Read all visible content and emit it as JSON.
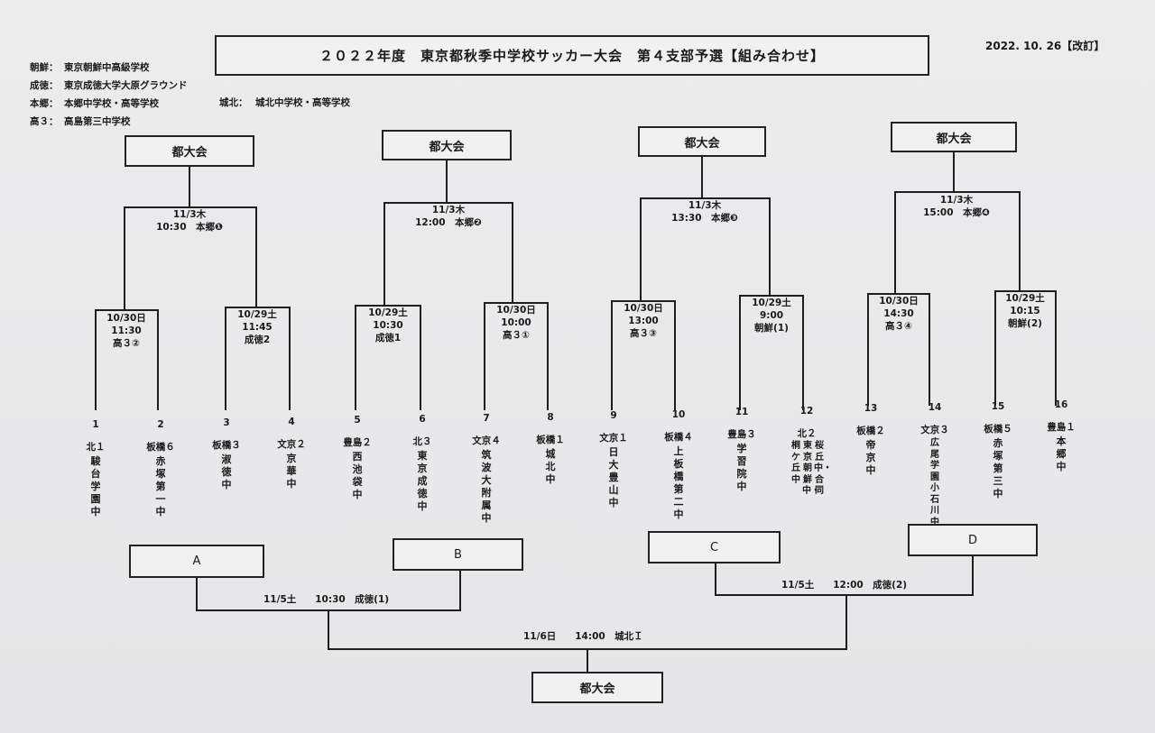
{
  "header": {
    "title": "２０２２年度　東京都秋季中学校サッカー大会　第４支部予選【組み合わせ】",
    "date": "2022. 10. 26【改訂】"
  },
  "venues": [
    {
      "abbr": "朝鮮：",
      "name": "東京朝鮮中高級学校"
    },
    {
      "abbr": "成徳：",
      "name": "東京成徳大学大原グラウンド"
    },
    {
      "abbr": "本郷：",
      "name": "本郷中学校・高等学校"
    },
    {
      "abbr": "高３：",
      "name": "高島第三中学校"
    },
    {
      "abbr": "城北：",
      "name": "城北中学校・高等学校"
    }
  ],
  "top_boxes": [
    "都大会",
    "都大会",
    "都大会",
    "都大会"
  ],
  "semis": [
    {
      "date": "11/3木",
      "detail": "10:30　本郷❶"
    },
    {
      "date": "11/3木",
      "detail": "12:00　本郷❷"
    },
    {
      "date": "11/3木",
      "detail": "13:30　本郷❸"
    },
    {
      "date": "11/3木",
      "detail": "15:00　本郷❹"
    }
  ],
  "firsts": [
    {
      "date": "10/30日",
      "time": "11:30",
      "venue": "高３②"
    },
    {
      "date": "10/29土",
      "time": "11:45",
      "venue": "成徳2"
    },
    {
      "date": "10/29土",
      "time": "10:30",
      "venue": "成徳1"
    },
    {
      "date": "10/30日",
      "time": "10:00",
      "venue": "高３①"
    },
    {
      "date": "10/30日",
      "time": "13:00",
      "venue": "高３③"
    },
    {
      "date": "10/29土",
      "time": "9:00",
      "venue": "朝鮮(1)"
    },
    {
      "date": "10/30日",
      "time": "14:30",
      "venue": "高３④"
    },
    {
      "date": "10/29土",
      "time": "10:15",
      "venue": "朝鮮(2)"
    }
  ],
  "teams": [
    {
      "num": "1",
      "group": "北１",
      "name": "駿台学園中"
    },
    {
      "num": "2",
      "group": "板橋６",
      "name": "赤塚第一中"
    },
    {
      "num": "3",
      "group": "板橋３",
      "name": "淑徳中"
    },
    {
      "num": "4",
      "group": "文京２",
      "name": "京華中"
    },
    {
      "num": "5",
      "group": "豊島２",
      "name": "西池袋中"
    },
    {
      "num": "6",
      "group": "北３",
      "name": "東京成徳中"
    },
    {
      "num": "7",
      "group": "文京４",
      "name": "筑波大附属中"
    },
    {
      "num": "8",
      "group": "板橋１",
      "name": "城北中"
    },
    {
      "num": "9",
      "group": "文京１",
      "name": "日大豊山中"
    },
    {
      "num": "10",
      "group": "板橋４",
      "name": "上板橋第二中"
    },
    {
      "num": "11",
      "group": "豊島３",
      "name": "学習院中"
    },
    {
      "num": "12",
      "group": "北２",
      "name_cols": [
        "桐ケ丘中",
        "東京朝鮮中・",
        "桜丘中・合同"
      ]
    },
    {
      "num": "13",
      "group": "板橋２",
      "name": "帝京中"
    },
    {
      "num": "14",
      "group": "文京３",
      "name": "広尾学園小石川中"
    },
    {
      "num": "15",
      "group": "板橋５",
      "name": "赤塚第三中"
    },
    {
      "num": "16",
      "group": "豊島１",
      "name": "本郷中"
    }
  ],
  "group_boxes": [
    "A",
    "B",
    "C",
    "D"
  ],
  "lower": {
    "ab_match": "11/5土　　10:30　成徳(1)",
    "cd_match": "11/5土　　12:00　成徳(2)",
    "final_match": "11/6日　　14:00　城北Ｉ",
    "final_box": "都大会"
  }
}
